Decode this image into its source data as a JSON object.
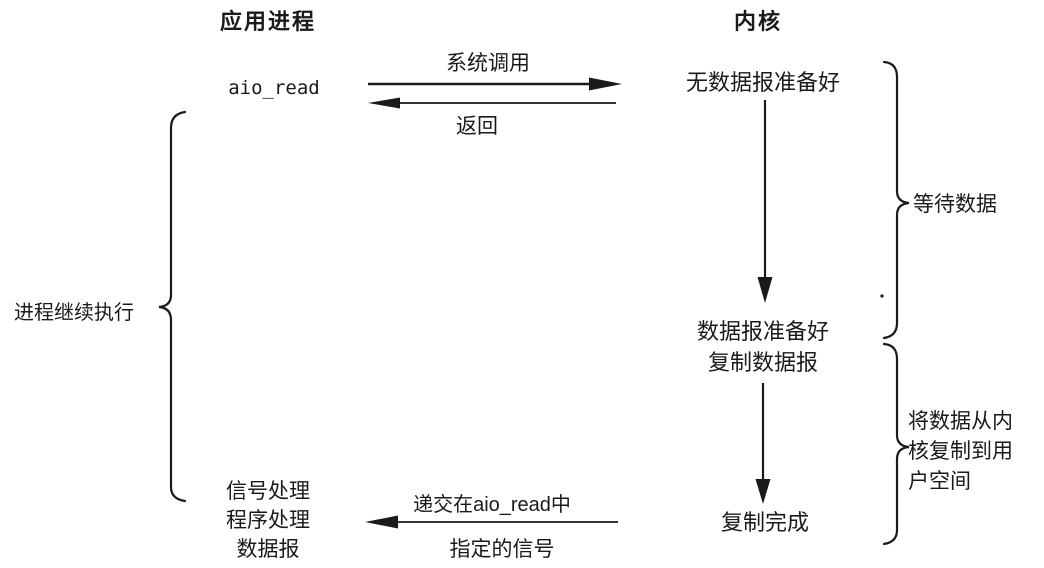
{
  "diagram": {
    "columns": {
      "left_header": "应用进程",
      "right_header": "内核"
    },
    "app": {
      "call": "aio_read",
      "signal_handler": {
        "line1": "信号处理",
        "line2": "程序处理",
        "line3": "数据报"
      }
    },
    "kernel": {
      "state1": "无数据报准备好",
      "state2": {
        "line1": "数据报准备好",
        "line2": "复制数据报"
      },
      "state3": "复制完成"
    },
    "arrows": {
      "syscall_label": "系统调用",
      "return_label": "返回",
      "signal": {
        "line1": "递交在aio_read中",
        "line2": "指定的信号"
      }
    },
    "braces": {
      "left_label": "进程继续执行",
      "wait_label": "等待数据",
      "copy_label": {
        "line1": "将数据从内",
        "line2": "核复制到用",
        "line3": "户空间"
      }
    },
    "colors": {
      "ink": "#1a1a1a",
      "background": "#ffffff"
    }
  }
}
